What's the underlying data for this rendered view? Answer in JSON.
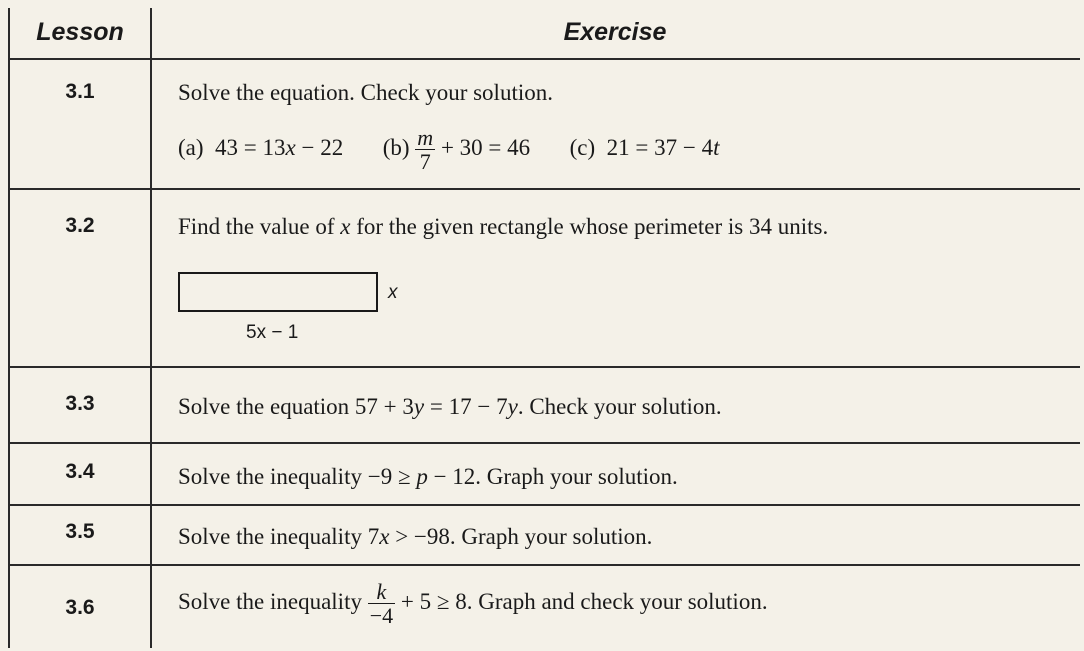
{
  "header": {
    "lesson": "Lesson",
    "exercise": "Exercise"
  },
  "rows": [
    {
      "lesson": "3.1",
      "text": "Solve the equation. Check your solution.",
      "parts": {
        "a_label": "(a)",
        "a_pre": "43 = 13",
        "a_var": "x",
        "a_post": " − 22",
        "b_label": "(b)",
        "b_num": "m",
        "b_den": "7",
        "b_post": " + 30 = 46",
        "c_label": "(c)",
        "c_pre": "21 = 37 − 4",
        "c_var": "t"
      }
    },
    {
      "lesson": "3.2",
      "text_pre": "Find the value of ",
      "text_var": "x",
      "text_post": " for the given rectangle whose perimeter is 34 units.",
      "figure": {
        "side_label": "x",
        "bottom_label": "5x − 1"
      }
    },
    {
      "lesson": "3.3",
      "text_pre": "Solve the equation 57 + 3",
      "text_var1": "y",
      "text_mid": " = 17 − 7",
      "text_var2": "y",
      "text_post": ". Check your solution."
    },
    {
      "lesson": "3.4",
      "text_pre": "Solve the inequality −9 ≥ ",
      "text_var": "p",
      "text_post": " − 12. Graph your solution."
    },
    {
      "lesson": "3.5",
      "text_pre": "Solve the inequality 7",
      "text_var": "x",
      "text_post": " > −98. Graph your solution."
    },
    {
      "lesson": "3.6",
      "text_pre": "Solve the inequality ",
      "frac_num": "k",
      "frac_den": "−4",
      "text_post": " + 5 ≥ 8. Graph and check your solution."
    }
  ]
}
